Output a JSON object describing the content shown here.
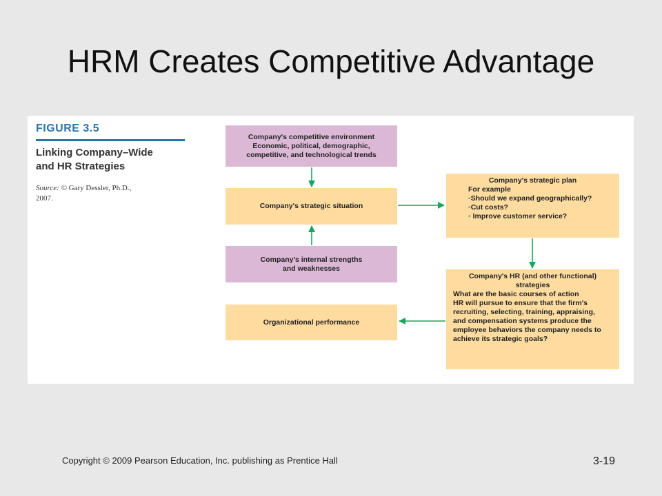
{
  "slide": {
    "title": "HRM Creates Competitive Advantage",
    "copyright": "Copyright © 2009 Pearson Education, Inc. publishing as Prentice Hall",
    "page_number": "3-19"
  },
  "figure": {
    "label": "FIGURE 3.5",
    "caption_lines": [
      "Linking Company–Wide",
      "and HR Strategies"
    ],
    "source_label": "Source:",
    "source_text": "© Gary Dessler, Ph.D.,",
    "source_year": "2007."
  },
  "boxes": {
    "competitive_environment": {
      "lines": [
        "Company's competitive environment",
        "Economic, political, demographic,",
        "competitive, and technological trends"
      ]
    },
    "strategic_situation": {
      "lines": [
        "Company's strategic situation"
      ]
    },
    "internal_strengths": {
      "lines": [
        "Company's internal strengths",
        "and weaknesses"
      ]
    },
    "organizational_performance": {
      "lines": [
        "Organizational performance"
      ]
    },
    "strategic_plan": {
      "heading": "Company's strategic plan",
      "lines": [
        "For example",
        "◦Should we expand geographically?",
        "◦Cut costs?",
        "◦ Improve customer service?"
      ]
    },
    "hr_strategies": {
      "heading_lines": [
        "Company's HR (and other functional)",
        "strategies"
      ],
      "lines": [
        "What are the basic courses of action",
        "HR will pursue to ensure that the firm's",
        "recruiting, selecting, training, appraising,",
        "and compensation systems produce the",
        "employee behaviors the company needs to",
        "achieve its strategic goals?"
      ]
    }
  },
  "colors": {
    "purple_box": "#dbb8d6",
    "orange_box": "#fedca0",
    "arrow": "#1aa65a",
    "figure_accent": "#2a74a8"
  }
}
